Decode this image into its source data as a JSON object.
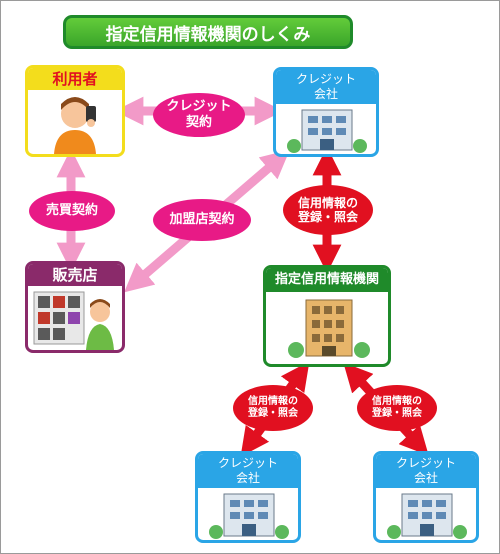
{
  "title": "指定信用情報機関のしくみ",
  "nodes": {
    "user": {
      "label": "利用者"
    },
    "shop": {
      "label": "販売店"
    },
    "card_company_top": {
      "label_line1": "クレジット",
      "label_line2": "会社"
    },
    "registry": {
      "label": "指定信用情報機関"
    },
    "card_company_bl": {
      "label_line1": "クレジット",
      "label_line2": "会社"
    },
    "card_company_br": {
      "label_line1": "クレジット",
      "label_line2": "会社"
    }
  },
  "relations": {
    "credit_contract": {
      "line1": "クレジット",
      "line2": "契約"
    },
    "sales_contract": {
      "text": "売買契約"
    },
    "merchant_contract": {
      "text": "加盟店契約"
    },
    "info_top": {
      "line1": "信用情報の",
      "line2": "登録・照会"
    },
    "info_left": {
      "line1": "信用情報の",
      "line2": "登録・照会"
    },
    "info_right": {
      "line1": "信用情報の",
      "line2": "登録・照会"
    }
  },
  "colors": {
    "title_green": "#3aa52a",
    "user_yellow": "#f3dd1c",
    "shop_purple": "#8a2a6a",
    "company_blue": "#2aa5e6",
    "registry_green": "#1f8a2a",
    "pink_arrow": "#f29ac8",
    "pink_label": "#e81a86",
    "red_arrow": "#e11020"
  }
}
